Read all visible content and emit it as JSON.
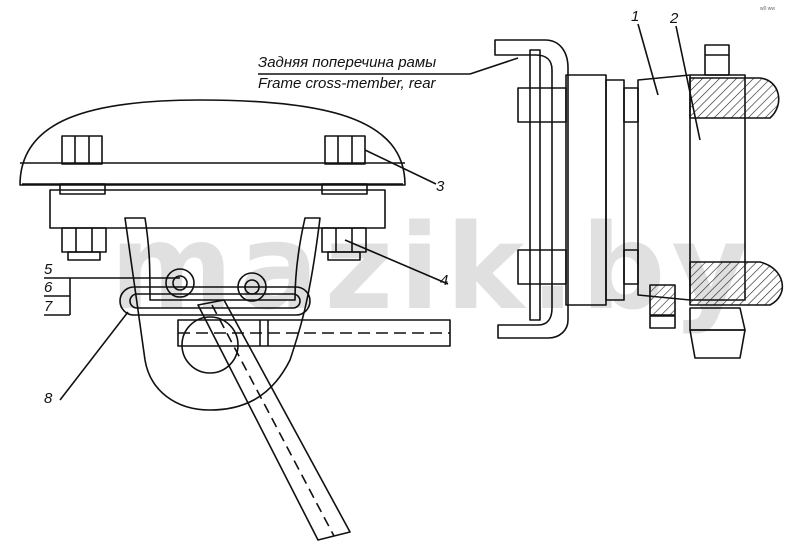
{
  "callout": {
    "line_ru": "Задняя поперечина рамы",
    "line_en": "Frame cross-member, rear"
  },
  "part_numbers": {
    "p1": "1",
    "p2": "2",
    "p3": "3",
    "p4": "4",
    "p5": "5",
    "p6": "6",
    "p7": "7",
    "p8": "8"
  },
  "watermark": "mazik.by",
  "corner_mark": "w0 ww",
  "colors": {
    "line": "#111111",
    "hatch": "#222222",
    "watermark": "#c8c8c8"
  }
}
